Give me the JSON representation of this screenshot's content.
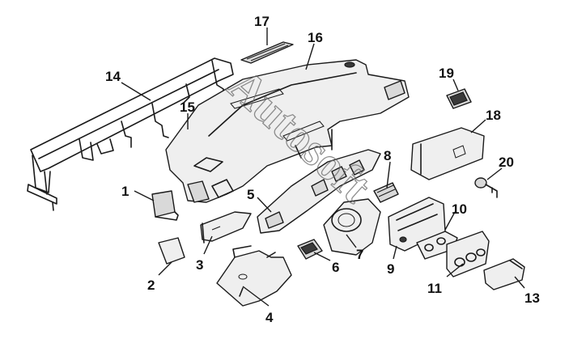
{
  "diagram": {
    "labels": [
      {
        "id": "1",
        "text": "1"
      },
      {
        "id": "2",
        "text": "2"
      },
      {
        "id": "3",
        "text": "3"
      },
      {
        "id": "4",
        "text": "4"
      },
      {
        "id": "5",
        "text": "5"
      },
      {
        "id": "6",
        "text": "6"
      },
      {
        "id": "7",
        "text": "7"
      },
      {
        "id": "8",
        "text": "8"
      },
      {
        "id": "9",
        "text": "9"
      },
      {
        "id": "10",
        "text": "10"
      },
      {
        "id": "11",
        "text": "11"
      },
      {
        "id": "13",
        "text": "13"
      },
      {
        "id": "14",
        "text": "14"
      },
      {
        "id": "15",
        "text": "15"
      },
      {
        "id": "16",
        "text": "16"
      },
      {
        "id": "17",
        "text": "17"
      },
      {
        "id": "18",
        "text": "18"
      },
      {
        "id": "19",
        "text": "19"
      },
      {
        "id": "20",
        "text": "20"
      }
    ],
    "watermark": "Autosoft"
  }
}
